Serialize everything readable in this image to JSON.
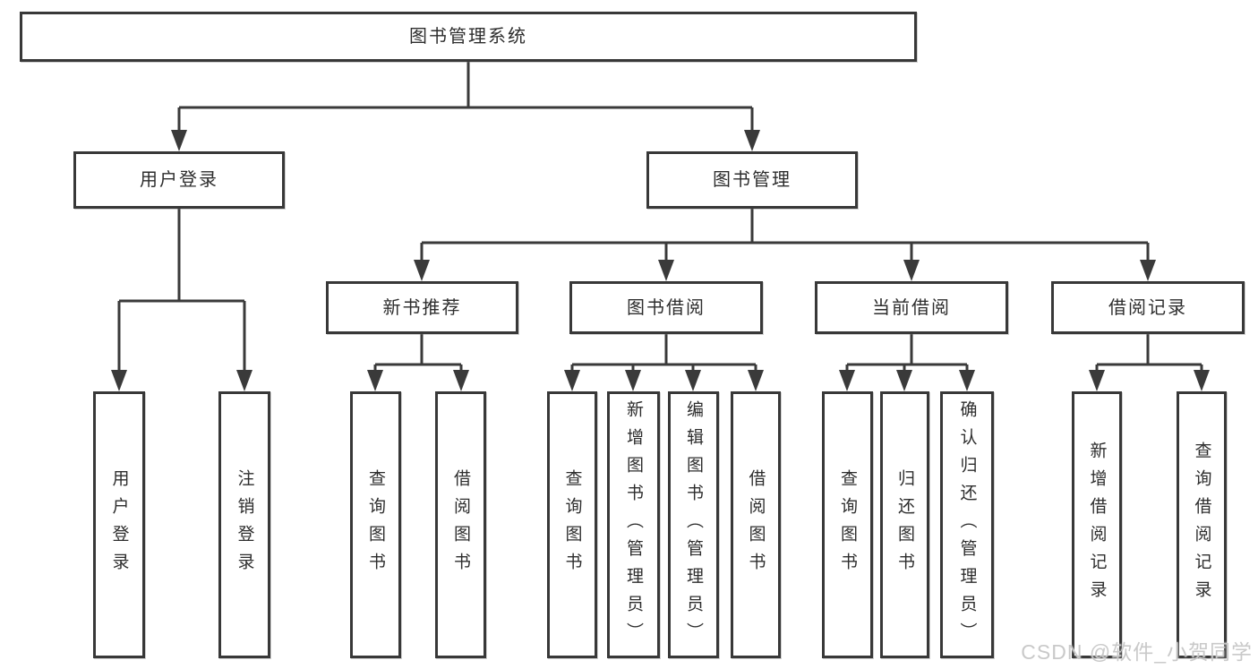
{
  "diagram_title": "图书管理系统",
  "tree": {
    "root": {
      "label": "图书管理系统"
    },
    "branches": [
      {
        "label": "用户登录",
        "children": [
          {
            "label": "用户登录"
          },
          {
            "label": "注销登录"
          }
        ]
      },
      {
        "label": "图书管理",
        "children": [
          {
            "label": "新书推荐",
            "children": [
              {
                "label": "查询图书"
              },
              {
                "label": "借阅图书"
              }
            ]
          },
          {
            "label": "图书借阅",
            "children": [
              {
                "label": "查询图书"
              },
              {
                "label": "新增图书（管理员）"
              },
              {
                "label": "编辑图书（管理员）"
              },
              {
                "label": "借阅图书"
              }
            ]
          },
          {
            "label": "当前借阅",
            "children": [
              {
                "label": "查询图书"
              },
              {
                "label": "归还图书"
              },
              {
                "label": "确认归还（管理员）"
              }
            ]
          },
          {
            "label": "借阅记录",
            "children": [
              {
                "label": "新增借阅记录"
              },
              {
                "label": "查询借阅记录"
              }
            ]
          }
        ]
      }
    ]
  },
  "watermark": {
    "text": "CSDN @软件_小贺同学"
  },
  "colors": {
    "line": "#3a3a3a",
    "box_border": "#383838",
    "box_fill": "#ffffff",
    "text": "#2d2d2d",
    "watermark": "#c8c8c8",
    "background": "#ffffff"
  }
}
